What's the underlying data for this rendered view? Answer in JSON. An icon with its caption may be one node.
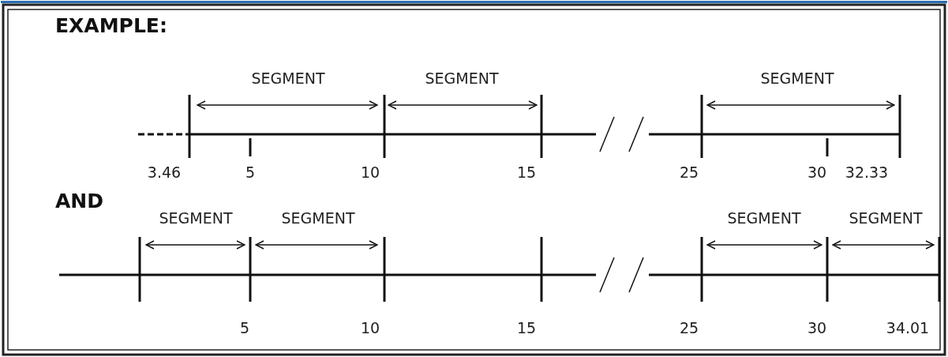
{
  "diagram": {
    "title": "EXAMPLE:",
    "labels": [
      "SEGMENT",
      "SEGMENT",
      "SEGMENT",
      "3.46",
      "5",
      "10",
      "15",
      "25",
      "30",
      "32.33",
      "AND",
      "SEGMENT",
      "SEGMENT",
      "SEGMENT",
      "SEGMENT",
      "5",
      "10",
      "15",
      "25",
      "30",
      "34.01"
    ]
  }
}
